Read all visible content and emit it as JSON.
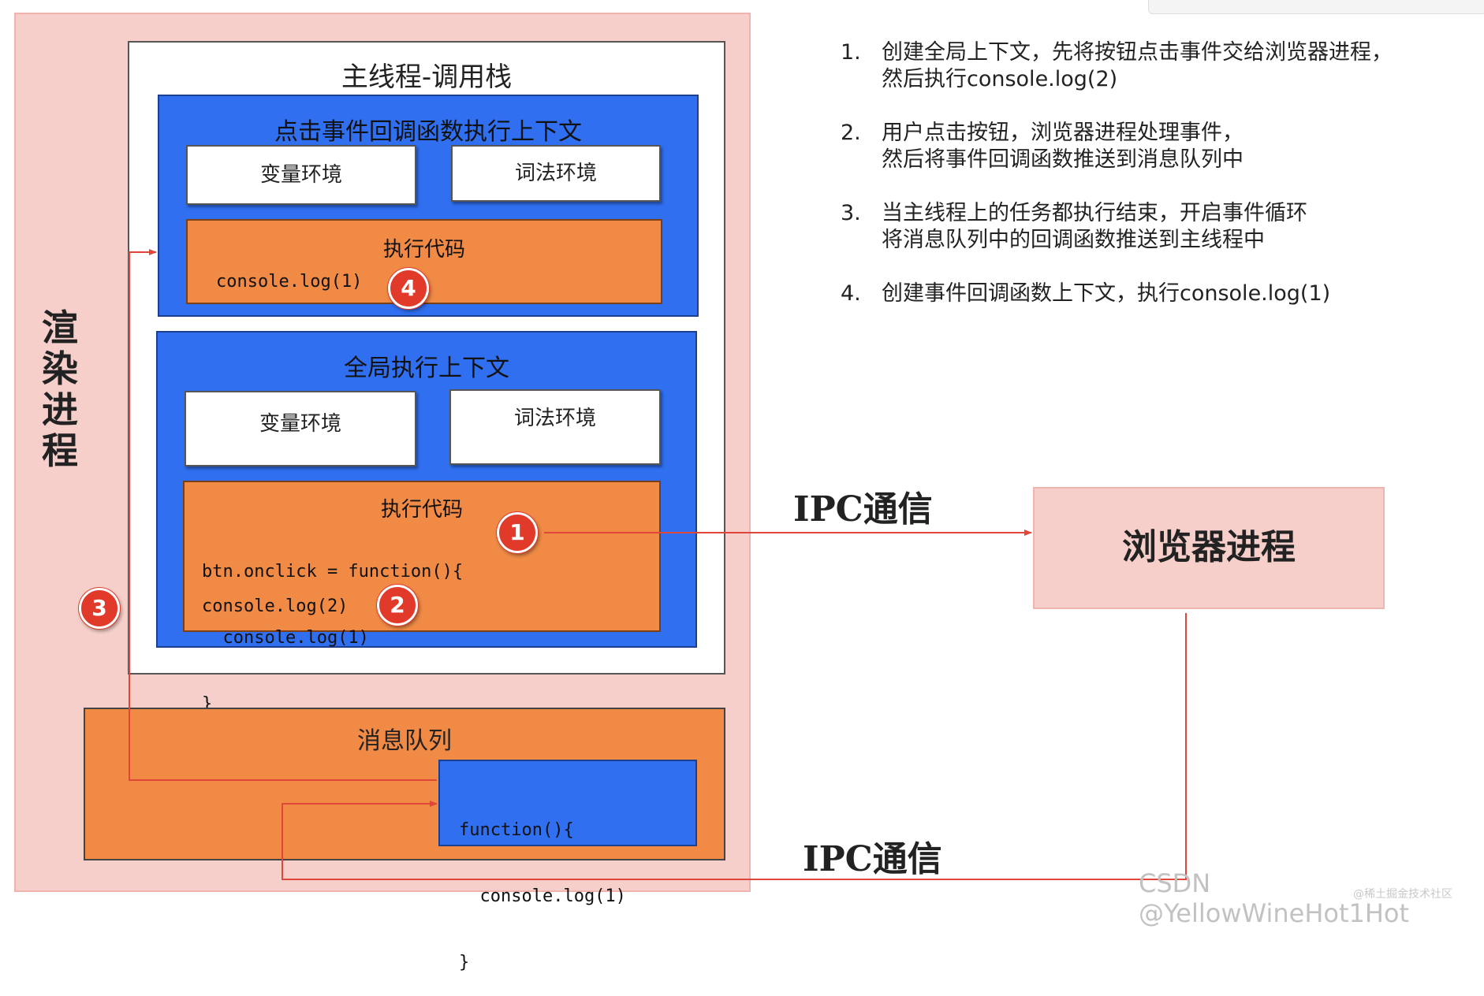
{
  "render_process": {
    "label_chars": [
      "渲",
      "染",
      "进",
      "程"
    ]
  },
  "call_stack": {
    "title": "主线程-调用栈",
    "callback_context": {
      "title": "点击事件回调函数执行上下文",
      "var_env": "变量环境",
      "lex_env": "词法环境",
      "exec_label": "执行代码",
      "code": "console.log(1)"
    },
    "global_context": {
      "title": "全局执行上下文",
      "var_env": "变量环境",
      "lex_env": "词法环境",
      "exec_label": "执行代码",
      "code_lines": [
        "btn.onclick = function(){",
        "  console.log(1)",
        "}"
      ],
      "code_log2": "console.log(2)"
    }
  },
  "message_queue": {
    "title": "消息队列",
    "fn_lines": [
      "function(){",
      "  console.log(1)",
      "}"
    ]
  },
  "browser_process": {
    "label": "浏览器进程"
  },
  "ipc": {
    "top": "IPC通信",
    "bottom": "IPC通信"
  },
  "badges": {
    "one": "1",
    "two": "2",
    "three": "3",
    "four": "4"
  },
  "steps": [
    {
      "num": "1.",
      "lines": [
        "创建全局上下文，先将按钮点击事件交给浏览器进程，",
        "然后执行console.log(2)"
      ]
    },
    {
      "num": "2.",
      "lines": [
        "用户点击按钮，浏览器进程处理事件，",
        "然后将事件回调函数推送到消息队列中"
      ]
    },
    {
      "num": "3.",
      "lines": [
        "当主线程上的任务都执行结束，开启事件循环",
        "将消息队列中的回调函数推送到主线程中"
      ]
    },
    {
      "num": "4.",
      "lines": [
        "创建事件回调函数上下文，执行console.log(1)"
      ]
    }
  ],
  "watermark": "CSDN @YellowWineHot1Hot",
  "watermark_small": "@稀土掘金技术社区",
  "colors": {
    "arrow": "#e0463a",
    "blue": "#2f6ff0",
    "orange": "#f08a45",
    "pink": "#f6cfca",
    "badge": "#e23a2a"
  }
}
